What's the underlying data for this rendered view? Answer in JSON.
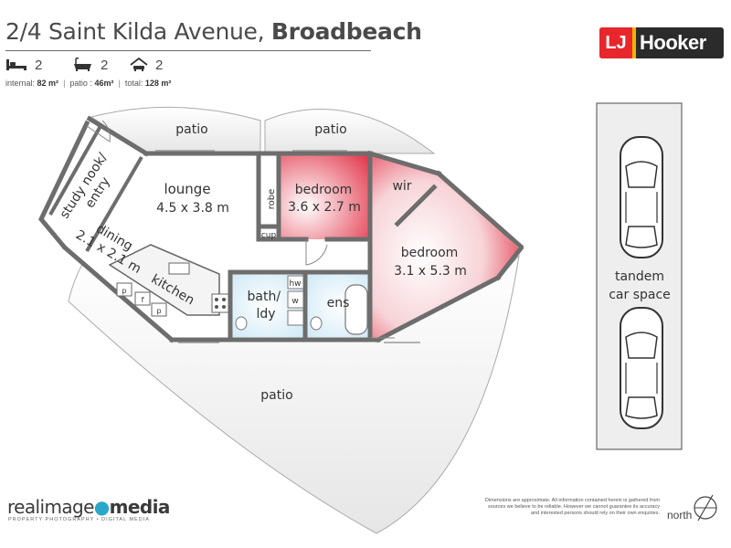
{
  "header": {
    "address_street": "2/4 Saint Kilda Avenue,",
    "address_suburb": "Broadbeach"
  },
  "features": {
    "bedrooms": "2",
    "bathrooms": "2",
    "car_spaces": "2",
    "icons": [
      "bed-icon",
      "bath-icon",
      "car-icon"
    ]
  },
  "areas": {
    "internal_label": "internal:",
    "internal_value": "82 m²",
    "patio_label": "patio :",
    "patio_value": "46m²",
    "total_label": "total:",
    "total_value": "128 m²"
  },
  "brand": {
    "logo_mark": "LJ",
    "logo_name": "Hooker"
  },
  "rooms": {
    "patio_top_left": "patio",
    "patio_top_right": "patio",
    "study_line1": "study nook/",
    "study_line2": "entry",
    "lounge_name": "lounge",
    "lounge_dim": "4.5 x 3.8 m",
    "robe": "robe",
    "bedroom1_name": "bedroom",
    "bedroom1_dim": "3.6 x 2.7 m",
    "wir": "wir",
    "cup": "cup",
    "dining_name": "dining",
    "dining_dim": "2.1 x 2.1 m",
    "kitchen": "kitchen",
    "pantry_1": "p",
    "pantry_2": "f",
    "pantry_3": "p",
    "hw": "hw",
    "w": "w",
    "bath_line1": "bath/",
    "bath_line2": "ldy",
    "ens": "ens",
    "bedroom2_name": "bedroom",
    "bedroom2_dim": "3.1 x 5.3 m",
    "patio_bottom": "patio",
    "car_line1": "tandem",
    "car_line2": "car space"
  },
  "footer": {
    "brand_part1": "realimage",
    "brand_dot": "●",
    "brand_part2": "media",
    "tagline": "PROPERTY PHOTOGRAPHY • DIGITAL MEDIA",
    "disclaimer": "Dimensions are approximate.  All information contained herein is gathered from sources we believe to be reliable.  However we cannot guarantee its accuracy and interested persons should rely on their own enquiries.",
    "north": "north"
  },
  "colors": {
    "bedroom_fill": "#e2364a",
    "wet_area_fill": "#d6eef8",
    "wall": "#6d6d6d",
    "patio_fill": "#efefef",
    "logo_red": "#e8272d",
    "logo_yellow": "#f2b400"
  }
}
